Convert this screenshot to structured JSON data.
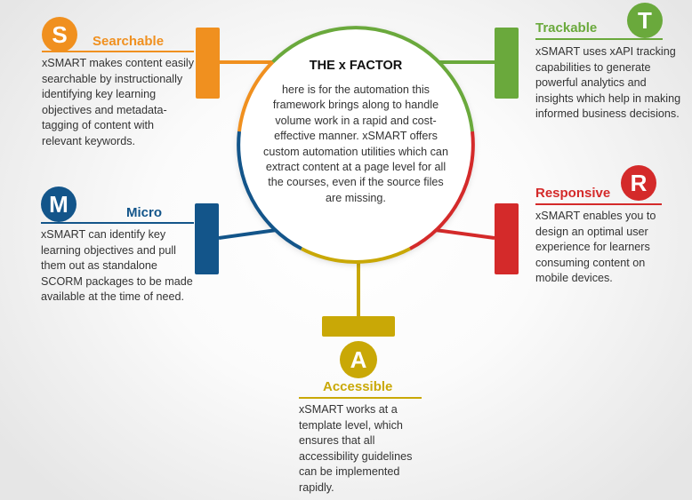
{
  "center": {
    "title": "THE x FACTOR",
    "body": "here is for the automation this framework brings along to handle volume work in a rapid and cost-effective manner. xSMART offers custom automation utilities which can extract content at a page level for all the courses, even if the source files are missing."
  },
  "items": {
    "searchable": {
      "letter": "S",
      "title": "Searchable",
      "color": "#f0901f",
      "description": "xSMART makes content easily searchable by instructionally identifying key learning objectives and metadata-tagging of content with relevant keywords."
    },
    "micro": {
      "letter": "M",
      "title": "Micro",
      "color": "#13558a",
      "description": "xSMART can identify key learning objectives and pull them out as standalone SCORM packages to be made available at the time of need."
    },
    "accessible": {
      "letter": "A",
      "title": "Accessible",
      "color": "#c9a806",
      "description": "xSMART works at a template level, which ensures that all accessibility guidelines can be implemented rapidly."
    },
    "trackable": {
      "letter": "T",
      "title": "Trackable",
      "color": "#6aa93c",
      "description": "xSMART uses xAPI tracking capabilities to generate powerful analytics and insights which help in making informed business decisions."
    },
    "responsive": {
      "letter": "R",
      "title": "Responsive",
      "color": "#d42a2a",
      "description": "xSMART enables you to design an optimal user experience for learners consuming content on mobile devices."
    }
  }
}
